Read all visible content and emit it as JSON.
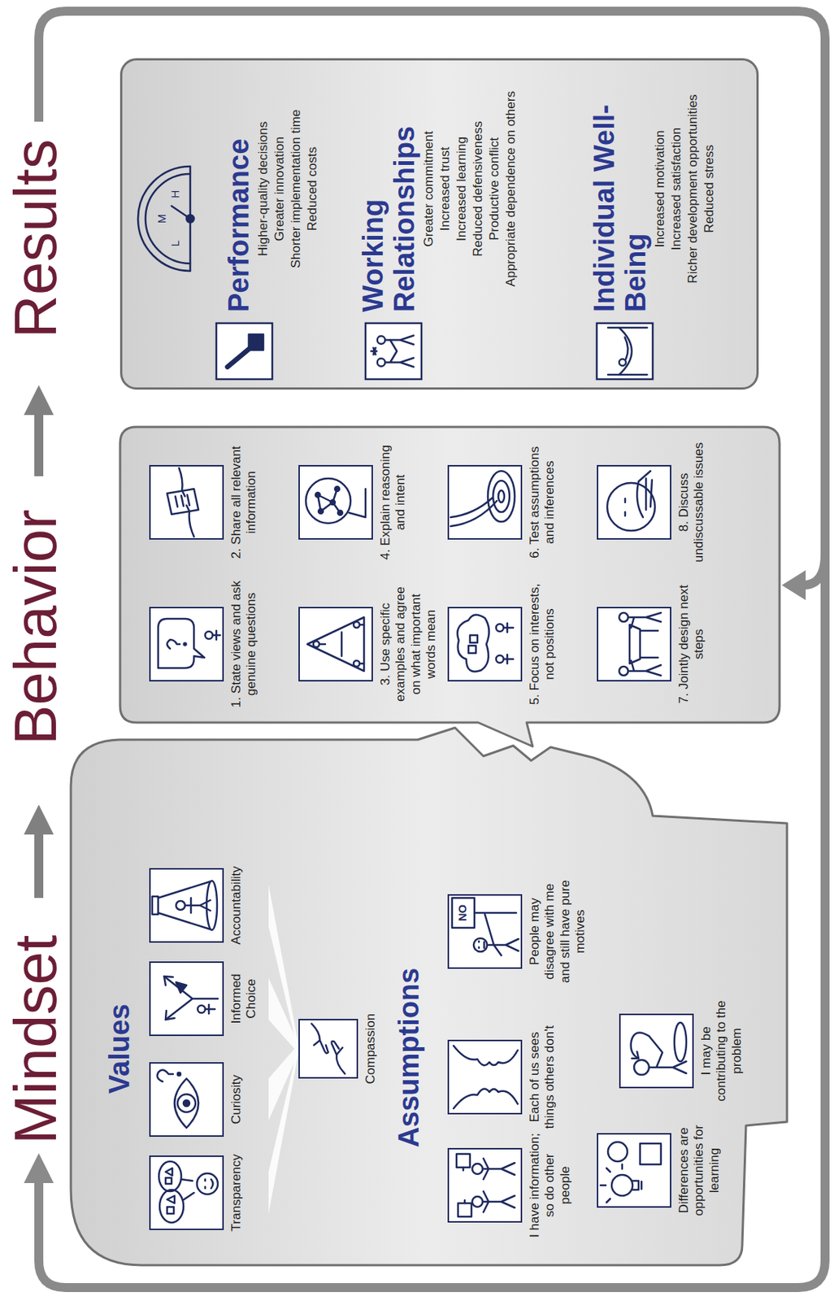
{
  "diagram": {
    "nodes": [
      {
        "text": [
          "Values",
          "Assumptions"
        ]
      },
      {
        "text": [
          "Transparency"
        ],
        "in": 0
      },
      {
        "text": [
          "Curiosity"
        ],
        "in": 0
      },
      {
        "text": [
          "Informed Choice"
        ],
        "in": 0
      },
      {
        "text": [
          "Accountability"
        ],
        "in": 0
      },
      {
        "text": [
          "Compassion"
        ],
        "in": 0
      },
      {
        "text": [
          "I have information; so do other people"
        ],
        "in": 0
      },
      {
        "text": [
          "Each of us sees things others don't"
        ],
        "in": 0
      },
      {
        "text": [
          "People may disagree with me and still have pure motives"
        ],
        "in": 0
      },
      {
        "text": [
          "Differences are opportunities for learning"
        ],
        "in": 0
      },
      {
        "text": [
          "I may be contributing to the problem"
        ],
        "in": 0
      },
      {
        "text": []
      },
      {
        "text": [
          "1. State views and ask genuine questions"
        ],
        "in": 11
      },
      {
        "text": [
          "2. Share all relevant information"
        ],
        "in": 11
      },
      {
        "text": [
          "3. Use specific examples and agree on what important words mean"
        ],
        "in": 11
      },
      {
        "text": [
          "4. Explain reasoning and intent"
        ],
        "in": 11
      },
      {
        "text": [
          "5. Focus on interests, not positions"
        ],
        "in": 11
      },
      {
        "text": [
          "6. Test assumptions and inferences"
        ],
        "in": 11
      },
      {
        "text": [
          "7. Jointly design next steps"
        ],
        "in": 11
      },
      {
        "text": [
          "8. Discuss undiscussable issues"
        ],
        "in": 11
      },
      {
        "text": [
          "Performance",
          "Higher-quality decisions",
          "Greater innovation",
          "Shorter implementation time",
          "Reduced costs",
          "Working Relationships",
          "Greater commitment",
          "Increased trust",
          "Increased learning",
          "Reduced defensiveness",
          "Productive conflict",
          "Appropriate dependence on others",
          "Individual Well-Being",
          "Increased motivation",
          "Increased satisfaction",
          "Richer development opportunities",
          "Reduced stress"
        ]
      }
    ],
    "labels": [
      "Mindset",
      "Behavior",
      "Results",
      "L",
      "M",
      "H",
      "NO"
    ]
  }
}
